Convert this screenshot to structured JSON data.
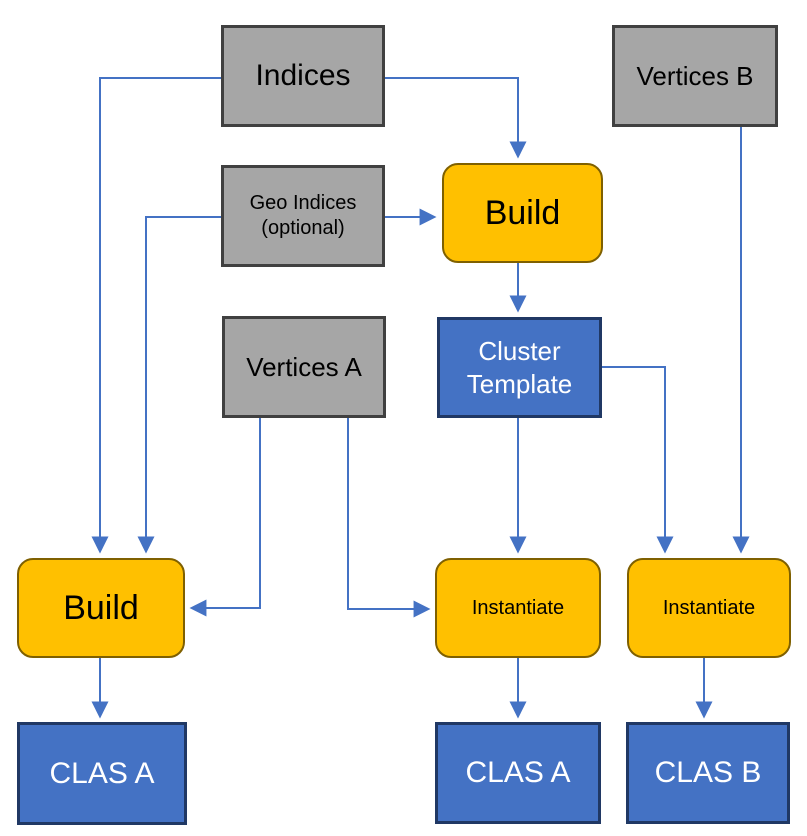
{
  "diagram": {
    "type": "flowchart",
    "colors": {
      "background": "#ffffff",
      "input_fill": "#a6a6a6",
      "input_border": "#404040",
      "process_fill": "#ffc000",
      "process_border": "#7f6000",
      "result_fill": "#4472c4",
      "result_border": "#203864",
      "connector": "#4472c4",
      "text_dark": "#000000",
      "text_light": "#ffffff"
    },
    "nodes": {
      "indices": {
        "label": "Indices"
      },
      "vertices_b": {
        "label": "Vertices B"
      },
      "geo_indices": {
        "line1": "Geo Indices",
        "line2": "(optional)"
      },
      "build_top": {
        "label": "Build"
      },
      "vertices_a": {
        "label": "Vertices A"
      },
      "cluster_template": {
        "line1": "Cluster",
        "line2": "Template"
      },
      "build_left": {
        "label": "Build"
      },
      "instantiate_center": {
        "label": "Instantiate"
      },
      "instantiate_right": {
        "label": "Instantiate"
      },
      "clas_a_left": {
        "label": "CLAS A"
      },
      "clas_a_center": {
        "label": "CLAS A"
      },
      "clas_b": {
        "label": "CLAS B"
      }
    },
    "edges": [
      {
        "from": "indices",
        "to": "build_left"
      },
      {
        "from": "indices",
        "to": "build_top"
      },
      {
        "from": "geo_indices",
        "to": "build_left"
      },
      {
        "from": "geo_indices",
        "to": "build_top"
      },
      {
        "from": "build_top",
        "to": "cluster_template"
      },
      {
        "from": "cluster_template",
        "to": "instantiate_center"
      },
      {
        "from": "cluster_template",
        "to": "instantiate_right"
      },
      {
        "from": "vertices_b",
        "to": "instantiate_right"
      },
      {
        "from": "vertices_a",
        "to": "build_left"
      },
      {
        "from": "vertices_a",
        "to": "instantiate_center"
      },
      {
        "from": "build_left",
        "to": "clas_a_left"
      },
      {
        "from": "instantiate_center",
        "to": "clas_a_center"
      },
      {
        "from": "instantiate_right",
        "to": "clas_b"
      }
    ]
  }
}
